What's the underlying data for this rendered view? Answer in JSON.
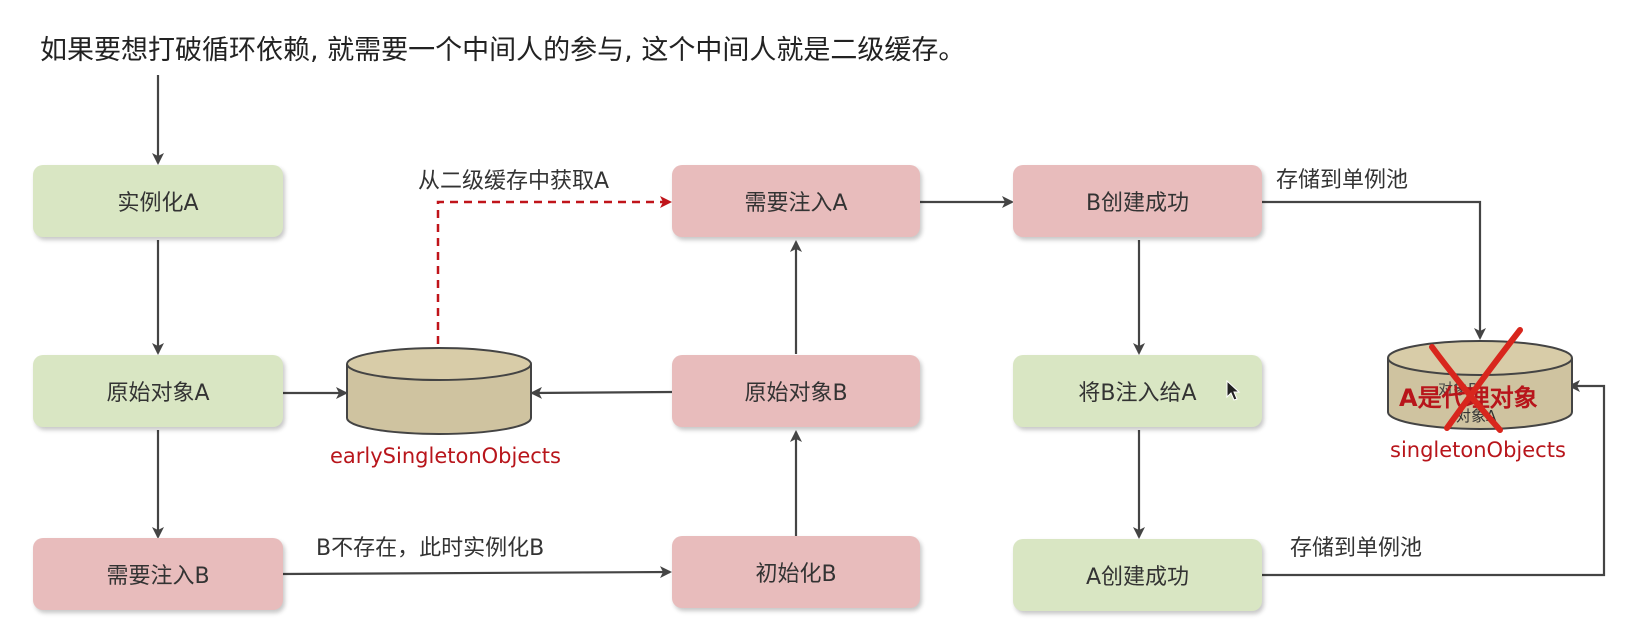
{
  "title": "如果要想打破循环依赖, 就需要一个中间人的参与, 这个中间人就是二级缓存。",
  "nodes": {
    "instantiate_a": "实例化A",
    "raw_a": "原始对象A",
    "need_inject_b": "需要注入B",
    "need_inject_a": "需要注入A",
    "raw_b": "原始对象B",
    "init_b": "初始化B",
    "b_created": "B创建成功",
    "inject_b_to_a": "将B注入给A",
    "a_created": "A创建成功"
  },
  "labels": {
    "get_from_cache": "从二级缓存中获取A",
    "b_not_exist": "B不存在，此时实例化B",
    "store_pool_top": "存储到单例池",
    "store_pool_bottom": "存储到单例池"
  },
  "caches": {
    "early": "earlySingletonObjects",
    "singleton": "singletonObjects"
  },
  "singleton_content": {
    "proxy": "A是代理对象",
    "obj_line1": "对象B",
    "obj_line2": "对象A"
  },
  "colors": {
    "green_node": "#d9e6c3",
    "red_node": "#e8bcbc",
    "cache_drum": "#cfc3a0",
    "red_text": "#b8151b",
    "dashed_arrow": "#c0141a",
    "cross": "#d8261d"
  }
}
